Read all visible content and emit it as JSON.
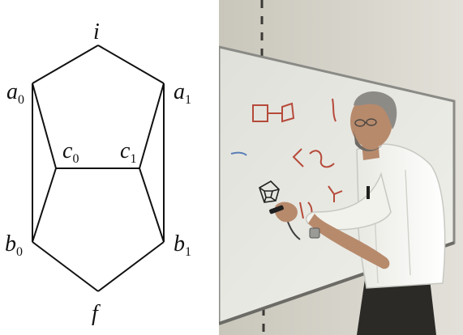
{
  "diagram": {
    "nodes": {
      "i": {
        "name": "i",
        "sub": ""
      },
      "a0": {
        "name": "a",
        "sub": "0"
      },
      "a1": {
        "name": "a",
        "sub": "1"
      },
      "c0": {
        "name": "c",
        "sub": "0"
      },
      "c1": {
        "name": "c",
        "sub": "1"
      },
      "b0": {
        "name": "b",
        "sub": "0"
      },
      "b1": {
        "name": "b",
        "sub": "1"
      },
      "f": {
        "name": "f",
        "sub": ""
      }
    },
    "edges": [
      [
        "i",
        "a0"
      ],
      [
        "i",
        "a1"
      ],
      [
        "a0",
        "b0"
      ],
      [
        "a1",
        "b1"
      ],
      [
        "a0",
        "c0"
      ],
      [
        "a1",
        "c1"
      ],
      [
        "c0",
        "c1"
      ],
      [
        "c0",
        "b0"
      ],
      [
        "c1",
        "b1"
      ],
      [
        "b0",
        "f"
      ],
      [
        "b1",
        "f"
      ]
    ]
  },
  "photo": {
    "subject": "man-drawing-on-whiteboard",
    "colors": {
      "wall": "#d9d6cc",
      "board": "#e7e7e1",
      "shirt": "#f4f4f0",
      "trousers": "#2b2a27",
      "marker-ink": "#b64a3a",
      "blue-ink": "#5b7fb6",
      "skin": "#b78a6c",
      "hair": "#8d8b86"
    }
  }
}
